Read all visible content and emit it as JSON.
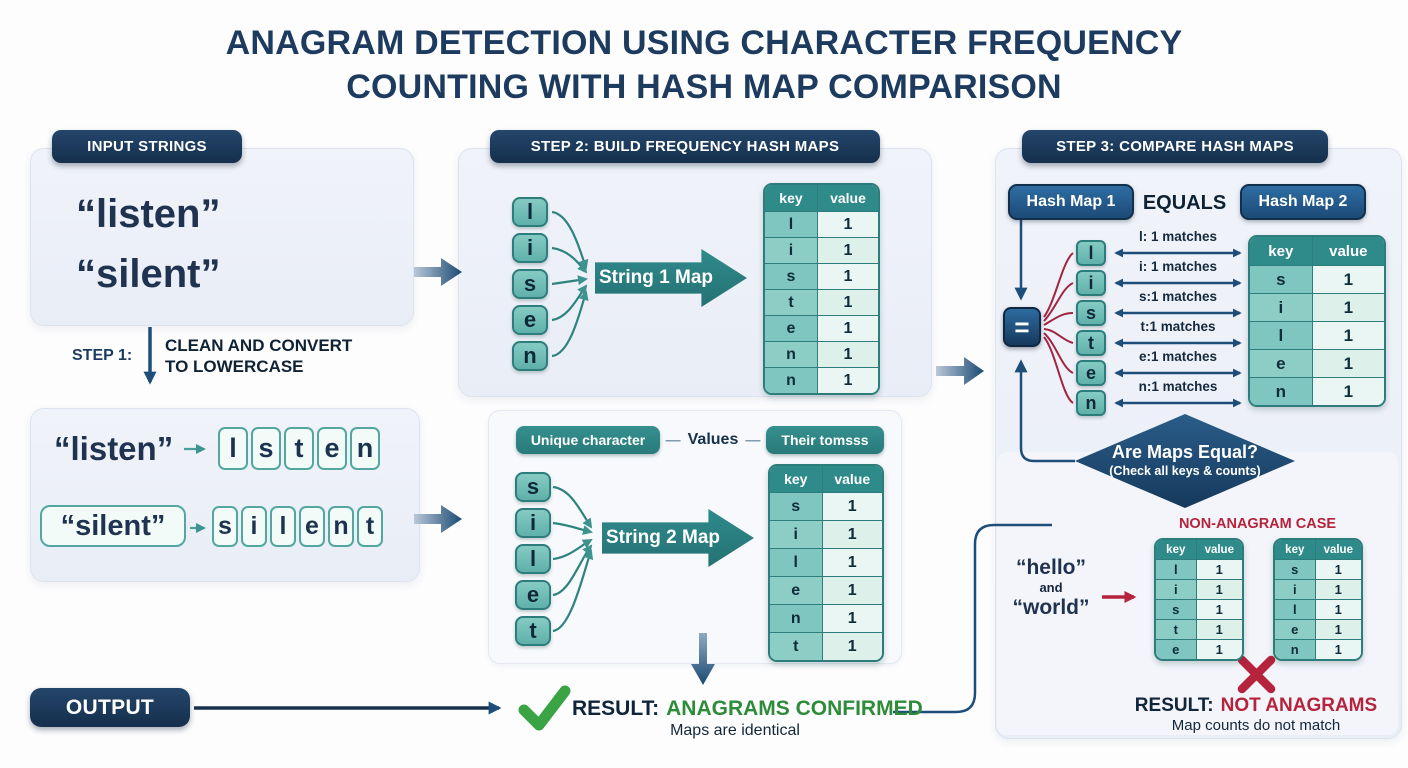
{
  "title": {
    "line1": "ANAGRAM DETECTION USING CHARACTER FREQUENCY",
    "line2": "COUNTING WITH HASH MAP COMPARISON"
  },
  "colors": {
    "navy": "#1d3a5f",
    "teal": "#2f8a8c",
    "tile_teal": "#7fc6c0",
    "crimson": "#b5243c",
    "green": "#2e8b3a",
    "badge_navy": "#16314e",
    "blue_badge": "#1c4a77"
  },
  "input_panel": {
    "header": "INPUT STRINGS",
    "string1": "“listen”",
    "string2": "“silent”"
  },
  "step1": {
    "label": "STEP 1:",
    "text_line1": "CLEAN AND CONVERT",
    "text_line2": "TO LOWERCASE"
  },
  "lowercase_panel": {
    "row1": {
      "word": "“listen”",
      "letters": [
        "l",
        "s",
        "t",
        "e",
        "n"
      ]
    },
    "row2": {
      "word": "“silent”",
      "letters": [
        "s",
        "i",
        "l",
        "e",
        "n",
        "t"
      ]
    }
  },
  "step2": {
    "header": "STEP 2: BUILD FREQUENCY HASH MAPS",
    "map1": {
      "letters": [
        "l",
        "i",
        "s",
        "e",
        "n"
      ],
      "arrow_label": "String 1 Map",
      "table": {
        "headers": [
          "key",
          "value"
        ],
        "rows": [
          [
            "l",
            "1"
          ],
          [
            "i",
            "1"
          ],
          [
            "s",
            "1"
          ],
          [
            "t",
            "1"
          ],
          [
            "e",
            "1"
          ],
          [
            "n",
            "1"
          ],
          [
            "n",
            "1"
          ]
        ]
      }
    },
    "legend": {
      "left": "Unique character",
      "dash": "—",
      "values": "Values",
      "right": "Their tomsss"
    },
    "map2": {
      "letters": [
        "s",
        "i",
        "l",
        "e",
        "t"
      ],
      "arrow_label": "String 2 Map",
      "table": {
        "headers": [
          "key",
          "value"
        ],
        "rows": [
          [
            "s",
            "1"
          ],
          [
            "i",
            "1"
          ],
          [
            "l",
            "1"
          ],
          [
            "e",
            "1"
          ],
          [
            "n",
            "1"
          ],
          [
            "t",
            "1"
          ]
        ]
      }
    }
  },
  "step3": {
    "header": "STEP 3: COMPARE HASH MAPS",
    "hashmap1_label": "Hash Map 1",
    "equals_label": "EQUALS",
    "hashmap2_label": "Hash Map 2",
    "equals_symbol": "=",
    "letters": [
      "l",
      "i",
      "s",
      "t",
      "e",
      "n"
    ],
    "matches": [
      "l: 1 matches",
      "i: 1 matches",
      "s:1 matches",
      "t:1 matches",
      "e:1 matches",
      "n:1 matches"
    ],
    "table": {
      "headers": [
        "key",
        "value"
      ],
      "rows": [
        [
          "s",
          "1"
        ],
        [
          "i",
          "1"
        ],
        [
          "l",
          "1"
        ],
        [
          "e",
          "1"
        ],
        [
          "n",
          "1"
        ]
      ]
    },
    "diamond": {
      "line1": "Are Maps Equal?",
      "line2": "(Check all keys & counts)"
    }
  },
  "non_anagram": {
    "title": "NON-ANAGRAM CASE",
    "word1": "“hello”",
    "conj": "and",
    "word2": "“world”",
    "table1": {
      "headers": [
        "key",
        "value"
      ],
      "rows": [
        [
          "l",
          "1"
        ],
        [
          "i",
          "1"
        ],
        [
          "s",
          "1"
        ],
        [
          "t",
          "1"
        ],
        [
          "e",
          "1"
        ]
      ]
    },
    "table2": {
      "headers": [
        "key",
        "value"
      ],
      "rows": [
        [
          "s",
          "1"
        ],
        [
          "i",
          "1"
        ],
        [
          "l",
          "1"
        ],
        [
          "e",
          "1"
        ],
        [
          "n",
          "1"
        ]
      ]
    },
    "result_prefix": "RESULT:",
    "result_main": "NOT ANAGRAMS",
    "result_sub": "Map counts do not match"
  },
  "output": {
    "badge": "OUTPUT",
    "result_prefix": "RESULT:",
    "result_main": "ANAGRAMS CONFIRMED",
    "result_sub": "Maps are identical"
  }
}
